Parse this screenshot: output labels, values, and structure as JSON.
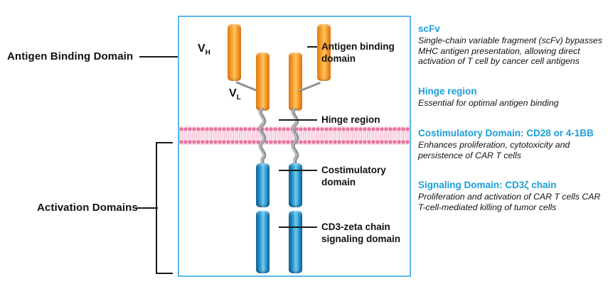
{
  "diagram": {
    "side_labels": {
      "antigen_binding_domain": "Antigen Binding Domain",
      "activation_domains": "Activation Domains"
    },
    "structure_labels": {
      "vh": "V",
      "vh_sub": "H",
      "vl": "V",
      "vl_sub": "L"
    },
    "callouts": {
      "antigen_binding_line1": "Antigen binding",
      "antigen_binding_line2": "domain",
      "hinge": "Hinge region",
      "costim_line1": "Costimulatory",
      "costim_line2": "domain",
      "cd3zeta_line1": "CD3-zeta chain",
      "cd3zeta_line2": "signaling domain"
    },
    "colors": {
      "panel_border": "#5bb8e8",
      "heading_blue": "#1b9fd8",
      "scfv_orange": "#f5941f",
      "domain_blue": "#1b79b4",
      "membrane_pink": "#e8739f",
      "leader_black": "#1a1a1a"
    }
  },
  "annotations": [
    {
      "id": "scfv",
      "heading": "scFv",
      "body": "Single-chain variable fragment (scFv) bypasses MHC antigen presentation, allowing direct activation of T cell by cancer cell antigens"
    },
    {
      "id": "hinge",
      "heading": "Hinge region",
      "body": "Essential for optimal antigen binding"
    },
    {
      "id": "costim",
      "heading": "Costimulatory Domain: CD28 or 4-1BB",
      "body": "Enhances proliferation, cytotoxicity and persistence of CAR T cells"
    },
    {
      "id": "signaling",
      "heading": "Signaling Domain: CD3ζ chain",
      "body": "Proliferation and activation of CAR T cells CAR T-cell-mediated killing of tumor cells"
    }
  ]
}
